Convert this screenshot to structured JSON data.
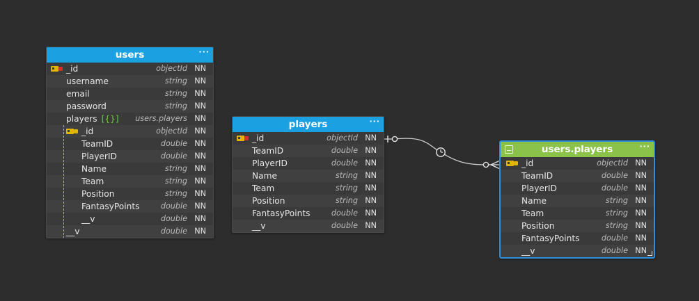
{
  "colors": {
    "background": "#2d2d2d",
    "collection_header": "#1ba1e2",
    "embedded_header": "#8bc34a",
    "selection_border": "#2f8fdd",
    "row_bg": "#3a3a3a",
    "row_alt_bg": "#404040"
  },
  "users": {
    "title": "users",
    "menu_icon": "more-dots-icon",
    "fields": [
      {
        "name": "_id",
        "type": "objectId",
        "nn": "NN",
        "key": "primary-key-icon"
      },
      {
        "name": "username",
        "type": "string",
        "nn": "NN"
      },
      {
        "name": "email",
        "type": "string",
        "nn": "NN"
      },
      {
        "name": "password",
        "type": "string",
        "nn": "NN"
      },
      {
        "name": "players",
        "bracket": "[{}]",
        "type": "users.players",
        "nn": "NN"
      },
      {
        "name": "_id",
        "type": "objectId",
        "nn": "NN",
        "key": "key-icon",
        "nested": true
      },
      {
        "name": "TeamID",
        "type": "double",
        "nn": "NN",
        "nested": true
      },
      {
        "name": "PlayerID",
        "type": "double",
        "nn": "NN",
        "nested": true
      },
      {
        "name": "Name",
        "type": "string",
        "nn": "NN",
        "nested": true
      },
      {
        "name": "Team",
        "type": "string",
        "nn": "NN",
        "nested": true
      },
      {
        "name": "Position",
        "type": "string",
        "nn": "NN",
        "nested": true
      },
      {
        "name": "FantasyPoints",
        "type": "double",
        "nn": "NN",
        "nested": true
      },
      {
        "name": "__v",
        "type": "double",
        "nn": "NN",
        "nested": true
      },
      {
        "name": "__v",
        "type": "double",
        "nn": "NN"
      }
    ]
  },
  "players": {
    "title": "players",
    "menu_icon": "more-dots-icon",
    "fields": [
      {
        "name": "_id",
        "type": "objectId",
        "nn": "NN",
        "key": "primary-key-icon"
      },
      {
        "name": "TeamID",
        "type": "double",
        "nn": "NN"
      },
      {
        "name": "PlayerID",
        "type": "double",
        "nn": "NN"
      },
      {
        "name": "Name",
        "type": "string",
        "nn": "NN"
      },
      {
        "name": "Team",
        "type": "string",
        "nn": "NN"
      },
      {
        "name": "Position",
        "type": "string",
        "nn": "NN"
      },
      {
        "name": "FantasyPoints",
        "type": "double",
        "nn": "NN"
      },
      {
        "name": "__v",
        "type": "double",
        "nn": "NN"
      }
    ]
  },
  "users_players": {
    "title": "users.players",
    "table_icon": "embedded-document-icon",
    "menu_icon": "more-dots-icon",
    "fields": [
      {
        "name": "_id",
        "type": "objectId",
        "nn": "NN",
        "key": "key-icon"
      },
      {
        "name": "TeamID",
        "type": "double",
        "nn": "NN"
      },
      {
        "name": "PlayerID",
        "type": "double",
        "nn": "NN"
      },
      {
        "name": "Name",
        "type": "string",
        "nn": "NN"
      },
      {
        "name": "Team",
        "type": "string",
        "nn": "NN"
      },
      {
        "name": "Position",
        "type": "string",
        "nn": "NN"
      },
      {
        "name": "FantasyPoints",
        "type": "double",
        "nn": "NN"
      },
      {
        "name": "__v",
        "type": "double",
        "nn": "NN"
      }
    ]
  },
  "relationship": {
    "from": "players",
    "to": "users.players",
    "from_end": "one-optional-icon",
    "to_end": "many-optional-icon",
    "mid_marker": "clock-icon"
  }
}
